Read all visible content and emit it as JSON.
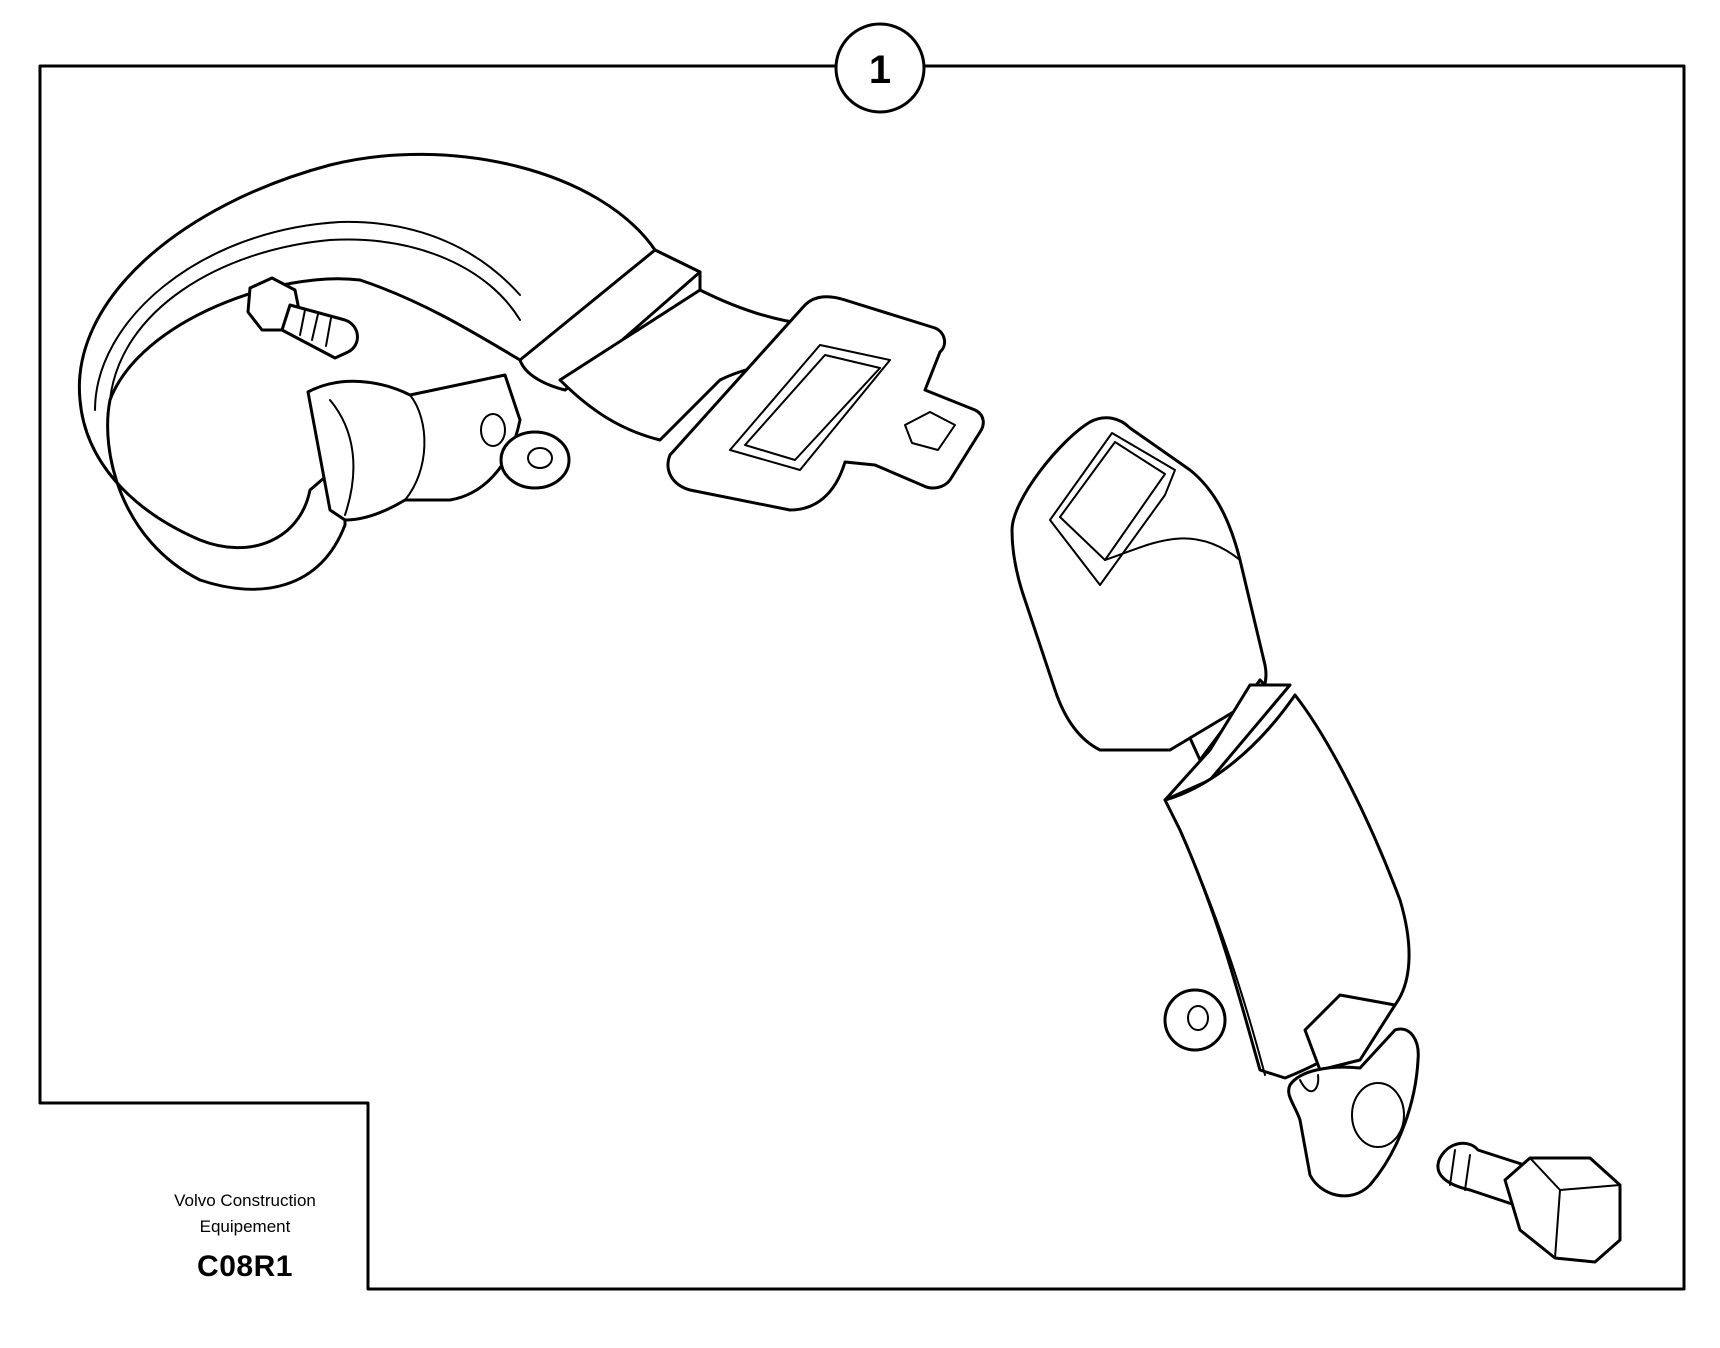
{
  "diagram": {
    "callout": "1",
    "company_line1": "Volvo Construction",
    "company_line2": "Equipement",
    "code": "C08R1"
  },
  "parts": [
    "seat-belt-strap-icon",
    "mounting-bolt-icon",
    "washer-icon",
    "belt-tongue-icon",
    "belt-buckle-icon",
    "shoulder-bolt-icon"
  ],
  "colors": {
    "line": "#000000",
    "background": "#ffffff"
  }
}
